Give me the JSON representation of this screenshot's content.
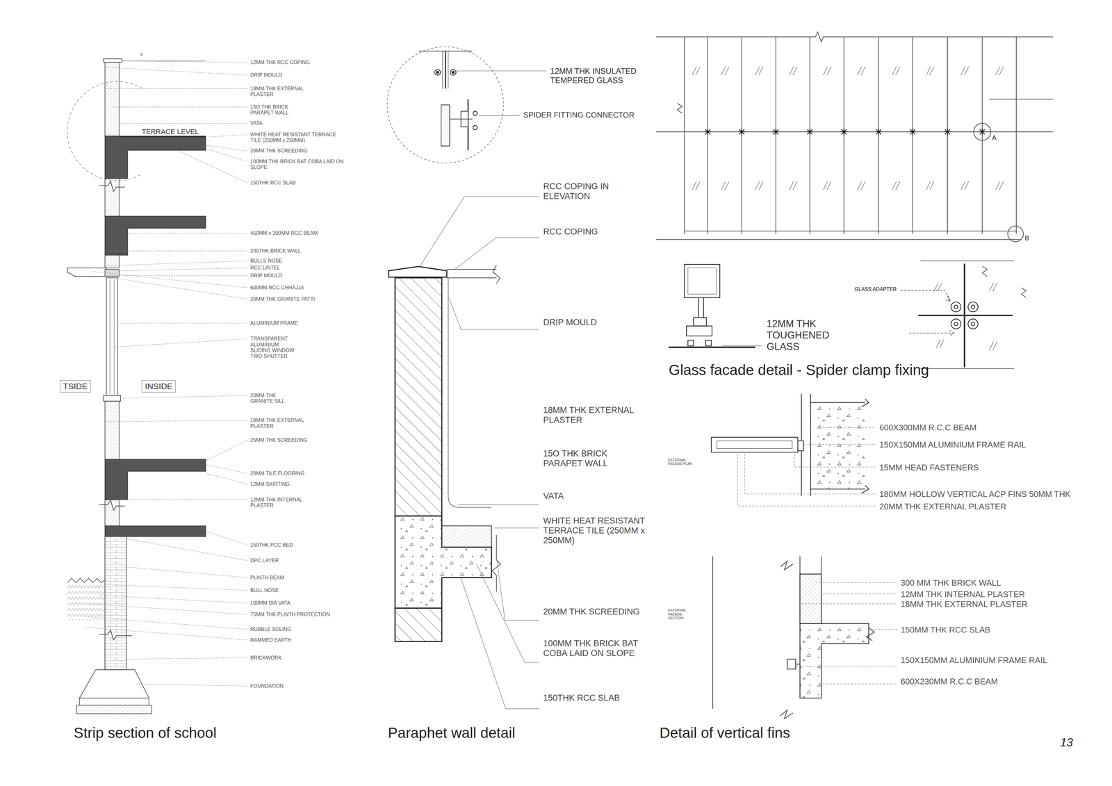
{
  "diagram": {
    "nodes": [
      {
        "text": [
          "TSIDE"
        ]
      },
      {
        "text": [
          "INSIDE"
        ]
      }
    ],
    "labels": [
      "B",
      "12MM THK RCC COPING",
      "DRIP MOULD",
      "18MM THK EXTERNAL PLASTER",
      "15O THK BRICK PARAPET WALL",
      "VATA",
      "WHITE HEAT RESISTANT TERRACE TILE (250MM x 250MM)",
      "20MM THK SCREEDING",
      "100MM THK BRICK BAT COBA LAID ON SLOPE",
      "150THK RCC SLAB",
      "450MM x 300MM RCC BEAM",
      "230THK BRICK WALL",
      "BULLS NOSE",
      "RCC LINTEL",
      "DRIP MOULD",
      "600MM RCC CHHAJJA",
      "20MM THK GRANITE PATTI",
      "ALUMINIUM FRAME",
      "TRANSPARENT ALUMINIUM SLIDING WINDOW TWO SHUTTER",
      "20MM THK GRANITE SILL",
      "18MM THK EXTERNAL PLASTER",
      "25MM THK SCREEDING",
      "20MM TILE FLOORING",
      "12MM SKIRTING",
      "12MM THK INTERNAL PLASTER",
      "150THK PCC BED",
      "DPC LAYER",
      "PLINTH BEAM",
      "BULL NOSE",
      "100MM DIA VATA",
      "75MM THK PLINTH PROTECTION",
      "RUBBLE SOLING",
      "RAMMED EARTH",
      "BRICKWORK",
      "FOUNDATION",
      "TERRACE LEVEL",
      "Strip section of school",
      "12MM THK INSULATED TEMPERED GLASS",
      "SPIDER FITTING CONNECTOR",
      "RCC COPING IN ELEVATION",
      "RCC COPING",
      "DRIP MOULD",
      "18MM THK EXTERNAL PLASTER",
      "15O THK BRICK PARAPET WALL",
      "VATA",
      "WHITE HEAT RESISTANT TERRACE TILE (250MM x 250MM)",
      "20MM THK SCREEDING",
      "100MM THK BRICK BAT COBA LAID ON SLOPE",
      "150THK RCC SLAB",
      "Paraphet wall detail",
      "A",
      "B",
      "GLASS ADAPTER",
      "12MM THK TOUGHENED GLASS",
      "Glass facade detail - Spider clamp fixing",
      "EXTERNAL FACADE-PLAN",
      "600X300MM R.C.C BEAM",
      "150X150MM ALUMINIUM FRAME RAIL",
      "15MM HEAD FASTENERS",
      "180MM HOLLOW VERTICAL ACP FINS 50MM THK",
      "20MM THK EXTERNAL PLASTER",
      "EXTERNAL FACADE-SECTION",
      "300 MM THK BRICK WALL",
      "12MM THK INTERNAL PLASTER",
      "18MM THK EXTERNAL PLASTER",
      "150MM THK RCC SLAB",
      "150X150MM ALUMINIUM FRAME RAIL",
      "600X230MM R.C.C BEAM",
      "Detail of vertical fins",
      "13"
    ]
  }
}
